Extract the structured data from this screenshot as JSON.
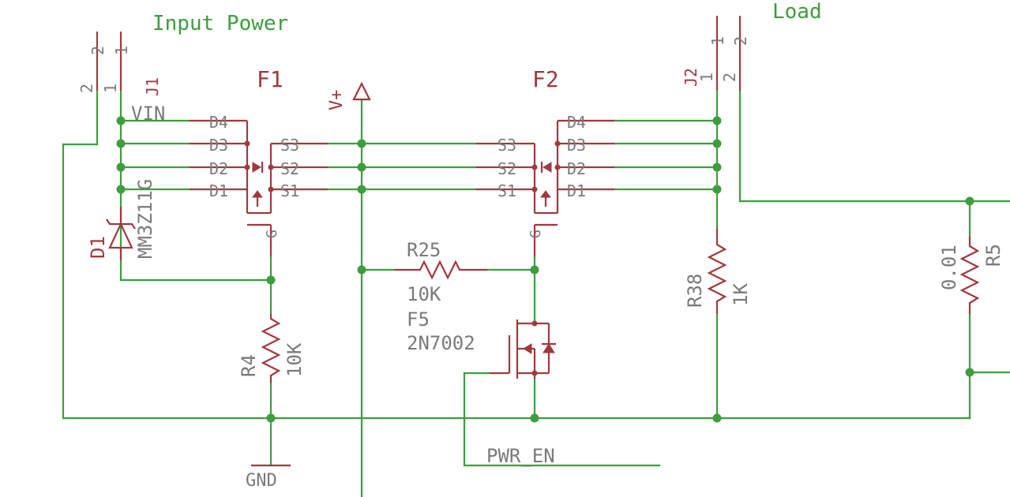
{
  "labels": {
    "input_power": "Input Power",
    "load": "Load",
    "j1": "J1",
    "j2": "J2",
    "vin": "VIN",
    "f1": "F1",
    "f2": "F2",
    "vplus": "V+",
    "d1_name": "D1",
    "d1_value": "MM3Z11G",
    "r4_name": "R4",
    "r4_value": "10K",
    "r25_name": "R25",
    "r25_value": "10K",
    "f5_name": "F5",
    "f5_value": "2N7002",
    "r38_name": "R38",
    "r38_value": "1K",
    "r5_name": "R5",
    "r5_value": "0.01",
    "gnd": "GND",
    "pwr_en": "PWR_EN",
    "gate": "G",
    "pin1": "1",
    "pin2": "2",
    "d4": "D4",
    "d3": "D3",
    "d2": "D2",
    "d1pin": "D1",
    "s3": "S3",
    "s2": "S2",
    "s1": "S1"
  },
  "colors": {
    "wire": "#3d9e3d",
    "part": "#a0393f",
    "label": "#7a7a7a"
  }
}
